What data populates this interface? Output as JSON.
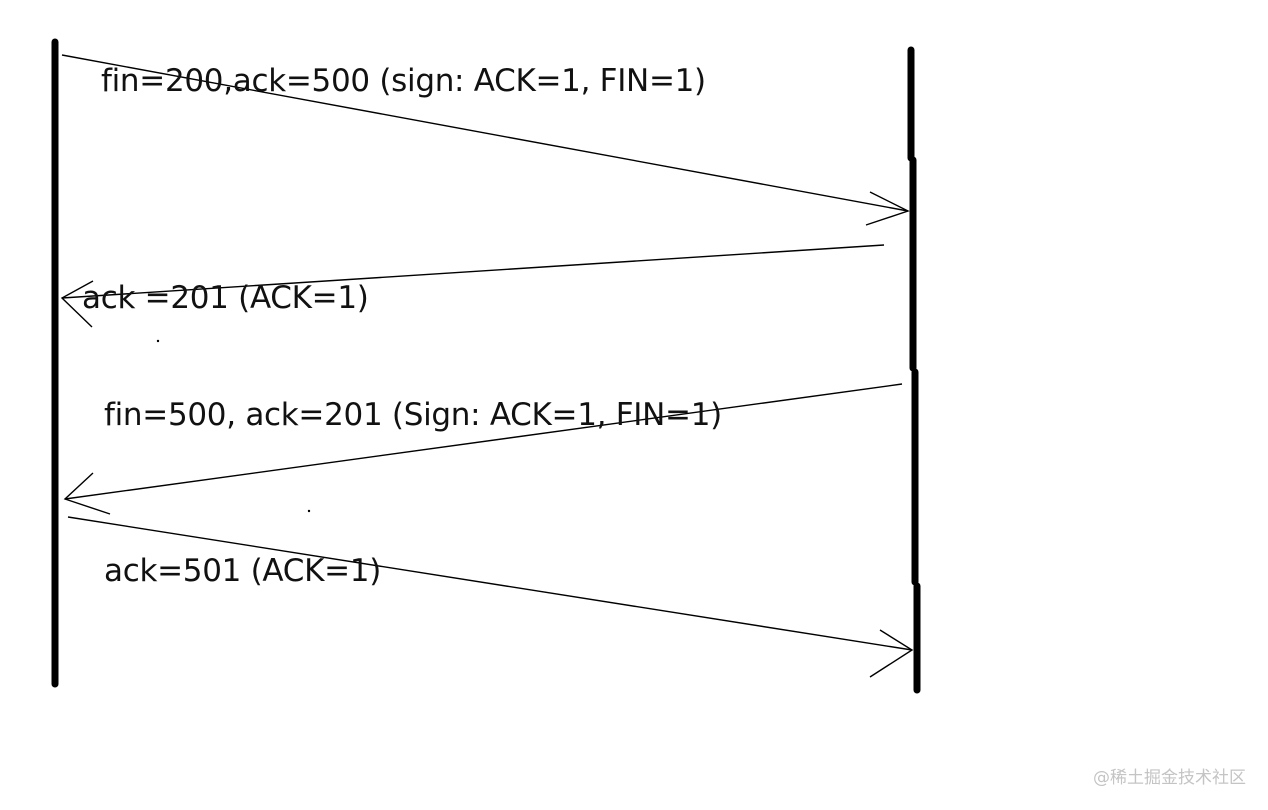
{
  "messages": [
    {
      "id": "m1",
      "label": "fin=200,ack=500 (sign: ACK=1, FIN=1)",
      "direction": "left-to-right"
    },
    {
      "id": "m2",
      "label": "ack =201 (ACK=1)",
      "direction": "right-to-left"
    },
    {
      "id": "m3",
      "label": "fin=500, ack=201 (Sign: ACK=1, FIN=1)",
      "direction": "right-to-left"
    },
    {
      "id": "m4",
      "label": "ack=501 (ACK=1)",
      "direction": "left-to-right"
    }
  ],
  "watermark": "@稀土掘金技术社区",
  "colors": {
    "line": "#000000",
    "text": "#111111",
    "watermark": "#c4c4c4"
  }
}
